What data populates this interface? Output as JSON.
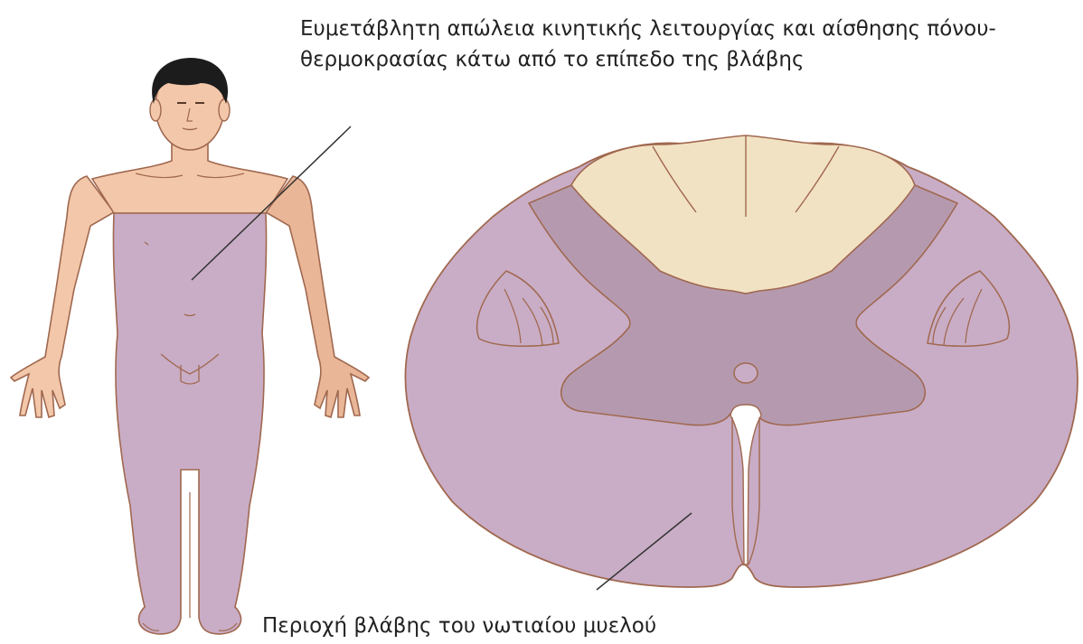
{
  "annotations": {
    "symptom_line1": "Ευμετάβλητη απώλεια κινητικής λειτουργίας και αίσθησης πόνου-",
    "symptom_line2": "θερμοκρασίας κάτω από το επίπεδο της βλάβης",
    "lesion_label": "Περιοχή βλάβης του νωτιαίου μυελού"
  },
  "colors": {
    "skin": "#f3c8aa",
    "skin_shade": "#e2a98a",
    "affected_region": "#c9adc6",
    "affected_dark": "#b59aaf",
    "white_matter_unaffected": "#f2e2c4",
    "outline": "#a0684f",
    "hair": "#1c1c1c",
    "leader_line": "#333333"
  },
  "icons": [
    "human-body-figure",
    "spinal-cord-cross-section"
  ]
}
